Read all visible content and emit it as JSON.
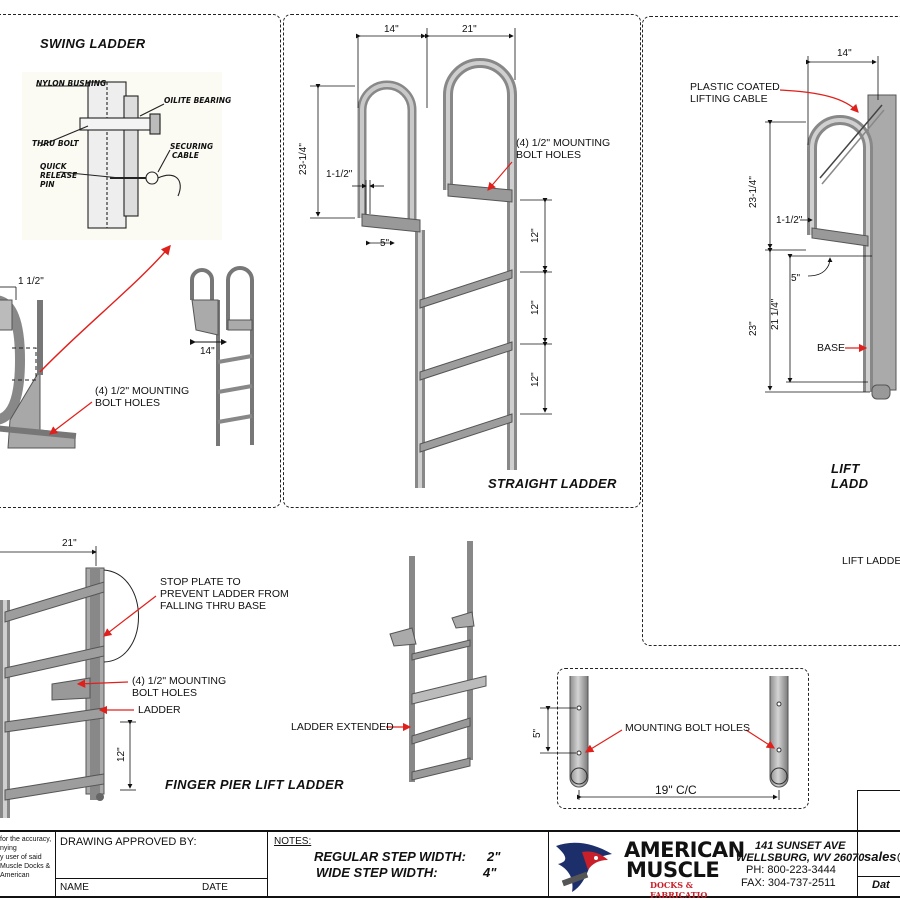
{
  "swing_ladder": {
    "title": "SWING LADDER",
    "callouts": {
      "nylon_bushing": "NYLON BUSHING",
      "oilite_bearing": "OILITE BEARING",
      "thru_bolt": "THRU BOLT",
      "securing_cable_1": "SECURING",
      "securing_cable_2": "CABLE",
      "quick_release_1": "QUICK",
      "quick_release_2": "RELEASE",
      "quick_release_3": "PIN"
    },
    "dim_width": "1 1/2\"",
    "dim_14": "14\"",
    "mounting_1": "(4) 1/2\" MOUNTING",
    "mounting_2": "BOLT HOLES"
  },
  "straight_ladder": {
    "title": "STRAIGHT LADDER",
    "dim_14": "14\"",
    "dim_21": "21\"",
    "dim_height": "23-1/4\"",
    "dim_1_5": "1-1/2\"",
    "dim_5": "5\"",
    "step_1": "12\"",
    "step_2": "12\"",
    "step_3": "12\"",
    "mounting_1": "(4) 1/2\" MOUNTING",
    "mounting_2": "BOLT HOLES"
  },
  "lift_ladder": {
    "title": "LIFT LADD",
    "subtitle": "LIFT LADDE",
    "dim_14": "14\"",
    "cable_1": "PLASTIC COATED",
    "cable_2": "LIFTING CABLE",
    "dim_height": "23-1/4\"",
    "dim_1_5": "1-1/2\"",
    "dim_5": "5\"",
    "dim_23": "23\"",
    "dim_21": "21 1/4\"",
    "base": "BASE"
  },
  "finger_pier": {
    "title": "FINGER PIER LIFT LADDER",
    "dim_21": "21\"",
    "stop_1": "STOP PLATE TO",
    "stop_2": "PREVENT LADDER FROM",
    "stop_3": "FALLING THRU BASE",
    "mounting_1": "(4) 1/2\" MOUNTING",
    "mounting_2": "BOLT HOLES",
    "ladder": "LADDER",
    "step": "12\""
  },
  "extended": {
    "label": "LADDER EXTENDED"
  },
  "bolt_detail": {
    "label": "MOUNTING BOLT HOLES",
    "dim_5": "5\"",
    "dim_cc": "19\" C/C"
  },
  "title_block": {
    "disclaimer": [
      "for the accuracy,",
      "nying",
      "y user of said",
      "Muscle Docks &",
      "American"
    ],
    "approved_by": "DRAWING APPROVED BY:",
    "name": "NAME",
    "date": "DATE",
    "notes_label": "NOTES:",
    "regular_label": "REGULAR STEP WIDTH:",
    "regular_value": "2\"",
    "wide_label": "WIDE STEP WIDTH:",
    "wide_value": "4\"",
    "logo_1": "AMERICAN",
    "logo_2": "MUSCLE",
    "logo_3": "DOCKS & FABRICATIO",
    "address_1": "141 SUNSET AVE",
    "address_2": "WELLSBURG, WV 26070",
    "phone": "PH:  800-223-3444",
    "fax": "FAX:  304-737-2511",
    "email": "sales@",
    "date_cut": "Dat"
  }
}
